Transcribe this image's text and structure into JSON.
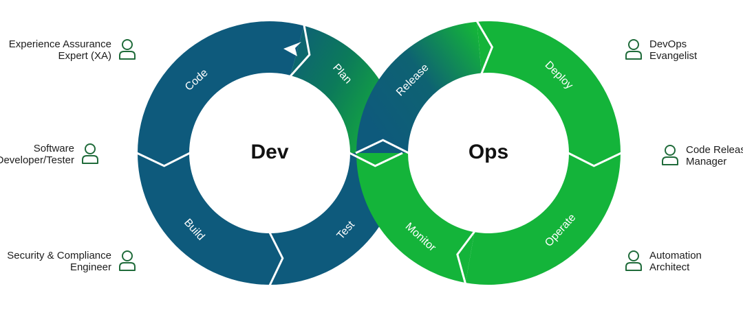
{
  "hubs": {
    "dev": "Dev",
    "ops": "Ops"
  },
  "stages": {
    "plan": "Plan",
    "code": "Code",
    "build": "Build",
    "test": "Test",
    "release": "Release",
    "deploy": "Deploy",
    "operate": "Operate",
    "monitor": "Monitor"
  },
  "roles_left": [
    {
      "line1": "Experience Assurance",
      "line2": "Expert (XA)",
      "icon": "person-icon"
    },
    {
      "line1": "Software",
      "line2": "Developer/Tester",
      "icon": "person-icon"
    },
    {
      "line1": "Security & Compliance",
      "line2": "Engineer",
      "icon": "person-icon"
    }
  ],
  "roles_right": [
    {
      "line1": "DevOps",
      "line2": "Evangelist",
      "icon": "person-icon"
    },
    {
      "line1": "Code Release",
      "line2": "Manager",
      "icon": "person-icon"
    },
    {
      "line1": "Automation",
      "line2": "Architect",
      "icon": "person-icon"
    }
  ],
  "colors": {
    "dev_blue": "#0e5a7c",
    "ops_green": "#14b43a",
    "icon_green": "#1f6b3a",
    "text_dark": "#111111"
  }
}
